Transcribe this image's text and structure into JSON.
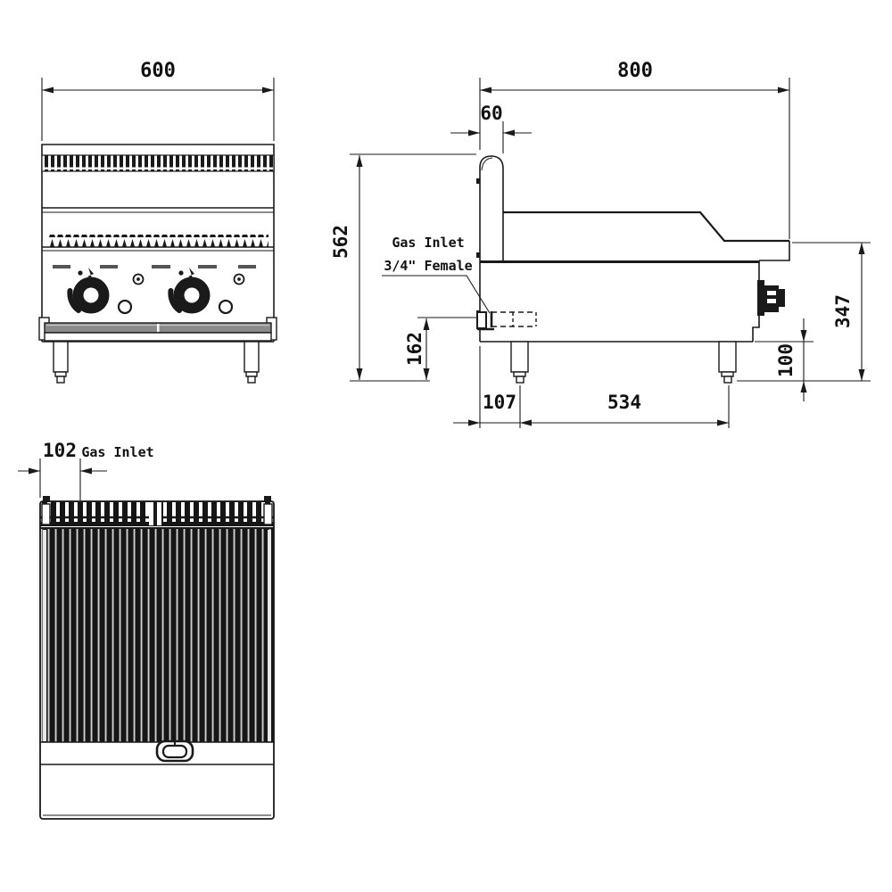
{
  "drawing": {
    "front_view": {
      "width_dim": "600"
    },
    "side_view": {
      "width_dim": "800",
      "splash_dim": "60",
      "height_dim": "562",
      "gas_label_1": "Gas Inlet",
      "gas_label_2": "3/4\" Female",
      "gas_height_dim": "162",
      "leg_offset_dim": "107",
      "leg_span_dim": "534",
      "leg_height_dim": "100",
      "body_height_dim": "347"
    },
    "top_view": {
      "gas_offset_dim": "102",
      "gas_label": "Gas Inlet"
    },
    "colors": {
      "line": "#1a1a1a",
      "tray_gray": "#8a8a8a"
    }
  }
}
